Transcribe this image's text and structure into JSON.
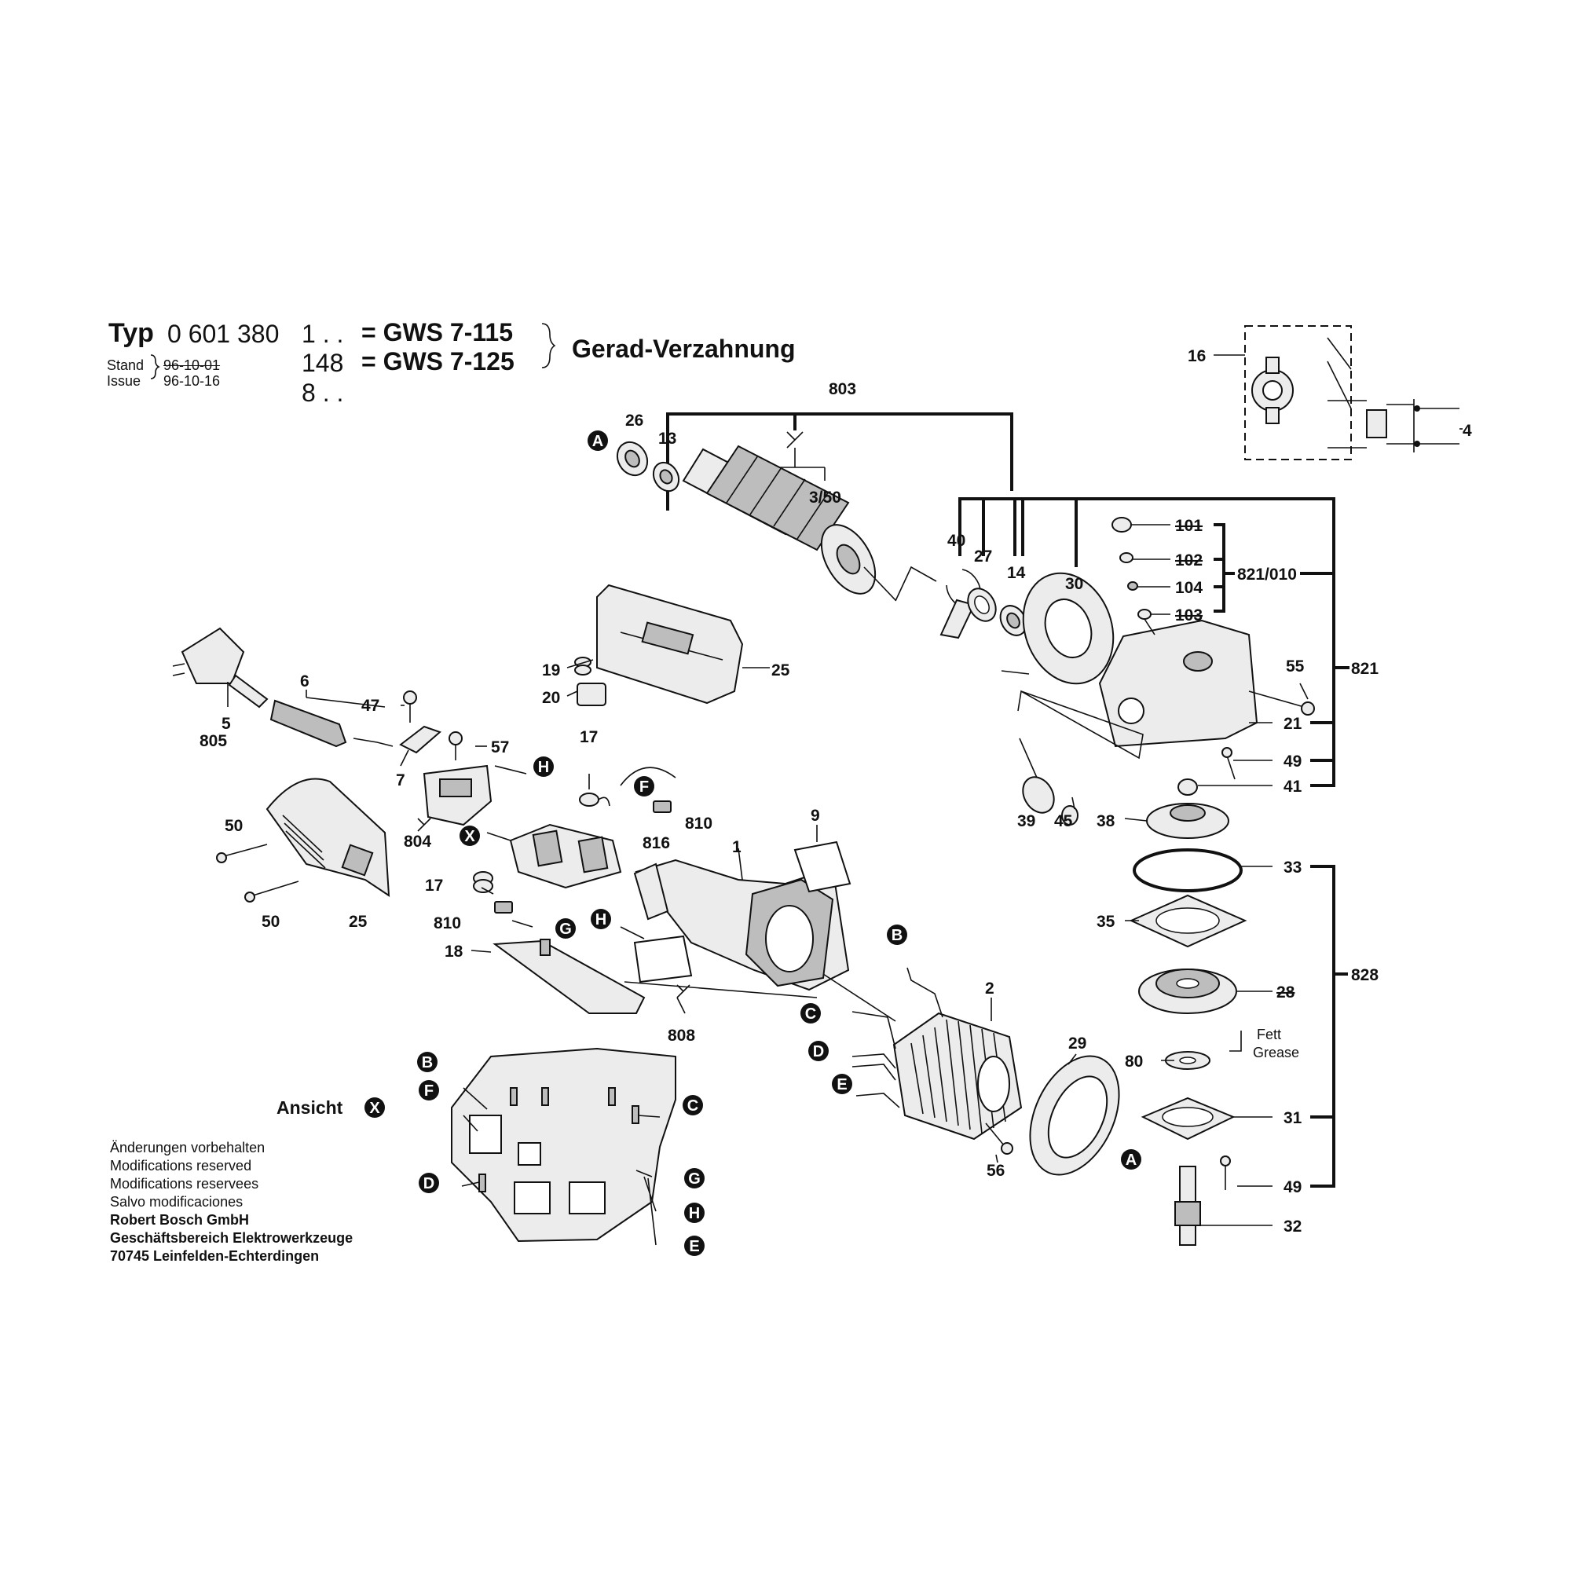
{
  "header": {
    "typ": "Typ",
    "number": "0 601 380",
    "line1_code": "1 . .",
    "line1_model": "= GWS 7-115",
    "line2_code": "148",
    "line2_model": "= GWS 7-125",
    "line3_code": "8 . .",
    "gear_note": "Gerad-Verzahnung",
    "stand_label": "Stand",
    "stand_date": "96-10-01",
    "issue_label": "Issue",
    "issue_date": "96-10-16"
  },
  "view_label": "Ansicht",
  "view_marker": "X",
  "grease": {
    "de": "Fett",
    "en": "Grease"
  },
  "notes": [
    "Änderungen vorbehalten",
    "Modifications reserved",
    "Modifications reservees",
    "Salvo modificaciones"
  ],
  "company": [
    "Robert Bosch GmbH",
    "Geschäftsbereich Elektrowerkzeuge",
    "70745 Leinfelden-Echterdingen"
  ],
  "part_labels": [
    {
      "id": "lbl-803",
      "text": "803"
    },
    {
      "id": "lbl-26",
      "text": "26"
    },
    {
      "id": "lbl-13",
      "text": "13"
    },
    {
      "id": "lbl-3-50",
      "text": "3/50"
    },
    {
      "id": "lbl-16",
      "text": "16"
    },
    {
      "id": "lbl-4",
      "text": "4"
    },
    {
      "id": "lbl-40",
      "text": "40"
    },
    {
      "id": "lbl-27",
      "text": "27"
    },
    {
      "id": "lbl-14",
      "text": "14"
    },
    {
      "id": "lbl-30",
      "text": "30"
    },
    {
      "id": "lbl-101",
      "text": "101"
    },
    {
      "id": "lbl-102",
      "text": "102"
    },
    {
      "id": "lbl-104",
      "text": "104"
    },
    {
      "id": "lbl-103",
      "text": "103"
    },
    {
      "id": "lbl-821-010",
      "text": "821/010"
    },
    {
      "id": "lbl-821",
      "text": "821"
    },
    {
      "id": "lbl-55",
      "text": "55"
    },
    {
      "id": "lbl-21",
      "text": "21"
    },
    {
      "id": "lbl-49a",
      "text": "49"
    },
    {
      "id": "lbl-41",
      "text": "41"
    },
    {
      "id": "lbl-39",
      "text": "39"
    },
    {
      "id": "lbl-45",
      "text": "45"
    },
    {
      "id": "lbl-38",
      "text": "38"
    },
    {
      "id": "lbl-33",
      "text": "33"
    },
    {
      "id": "lbl-35",
      "text": "35"
    },
    {
      "id": "lbl-28",
      "text": "28"
    },
    {
      "id": "lbl-828",
      "text": "828"
    },
    {
      "id": "lbl-80",
      "text": "80"
    },
    {
      "id": "lbl-31",
      "text": "31"
    },
    {
      "id": "lbl-49b",
      "text": "49"
    },
    {
      "id": "lbl-32",
      "text": "32"
    },
    {
      "id": "lbl-19",
      "text": "19"
    },
    {
      "id": "lbl-20",
      "text": "20"
    },
    {
      "id": "lbl-25a",
      "text": "25"
    },
    {
      "id": "lbl-6",
      "text": "6"
    },
    {
      "id": "lbl-5",
      "text": "5"
    },
    {
      "id": "lbl-805",
      "text": "805"
    },
    {
      "id": "lbl-47",
      "text": "47"
    },
    {
      "id": "lbl-57",
      "text": "57"
    },
    {
      "id": "lbl-7",
      "text": "7"
    },
    {
      "id": "lbl-17a",
      "text": "17"
    },
    {
      "id": "lbl-804",
      "text": "804"
    },
    {
      "id": "lbl-810a",
      "text": "810"
    },
    {
      "id": "lbl-816",
      "text": "816"
    },
    {
      "id": "lbl-50a",
      "text": "50"
    },
    {
      "id": "lbl-50b",
      "text": "50"
    },
    {
      "id": "lbl-25b",
      "text": "25"
    },
    {
      "id": "lbl-17b",
      "text": "17"
    },
    {
      "id": "lbl-810b",
      "text": "810"
    },
    {
      "id": "lbl-18",
      "text": "18"
    },
    {
      "id": "lbl-9",
      "text": "9"
    },
    {
      "id": "lbl-1",
      "text": "1"
    },
    {
      "id": "lbl-808",
      "text": "808"
    },
    {
      "id": "lbl-2",
      "text": "2"
    },
    {
      "id": "lbl-29",
      "text": "29"
    },
    {
      "id": "lbl-56",
      "text": "56"
    }
  ],
  "markers": [
    {
      "id": "m-a1",
      "text": "A"
    },
    {
      "id": "m-h1",
      "text": "H"
    },
    {
      "id": "m-f1",
      "text": "F"
    },
    {
      "id": "m-x1",
      "text": "X"
    },
    {
      "id": "m-g1",
      "text": "G"
    },
    {
      "id": "m-h2",
      "text": "H"
    },
    {
      "id": "m-b1",
      "text": "B"
    },
    {
      "id": "m-c1",
      "text": "C"
    },
    {
      "id": "m-d1",
      "text": "D"
    },
    {
      "id": "m-e1",
      "text": "E"
    },
    {
      "id": "m-a2",
      "text": "A"
    },
    {
      "id": "m-b2",
      "text": "B"
    },
    {
      "id": "m-f2",
      "text": "F"
    },
    {
      "id": "m-c2",
      "text": "C"
    },
    {
      "id": "m-d2",
      "text": "D"
    },
    {
      "id": "m-g2",
      "text": "G"
    },
    {
      "id": "m-h3",
      "text": "H"
    },
    {
      "id": "m-e2",
      "text": "E"
    }
  ]
}
